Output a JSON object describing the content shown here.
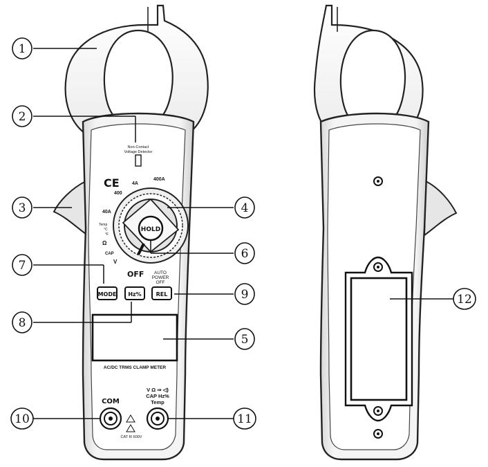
{
  "callouts": [
    "1",
    "2",
    "3",
    "4",
    "5",
    "6",
    "7",
    "8",
    "9",
    "10",
    "11",
    "12"
  ],
  "front": {
    "ncv_text_1": "Non-Contact",
    "ncv_text_2": "Voltage Detector",
    "ce_mark": "CE",
    "dial": {
      "hold": "HOLD",
      "off": "OFF",
      "ranges": [
        "400A",
        "4A",
        "40A",
        "400",
        "Temp",
        "°C",
        "°F",
        "Ω",
        "CAP",
        "V"
      ]
    },
    "buttons": {
      "mode": "MODE",
      "hz": "Hz%",
      "rel": "REL"
    },
    "auto_power_off_1": "AUTO",
    "auto_power_off_2": "POWER",
    "auto_power_off_3": "OFF",
    "model_text": "AC/DC TRMS CLAMP METER",
    "com_label": "COM",
    "input_label_1": "V Ω ⇒ ◁)",
    "input_label_2": "CAP Hz%",
    "input_label_3": "Temp",
    "cat_rating": "CAT III 600V"
  }
}
